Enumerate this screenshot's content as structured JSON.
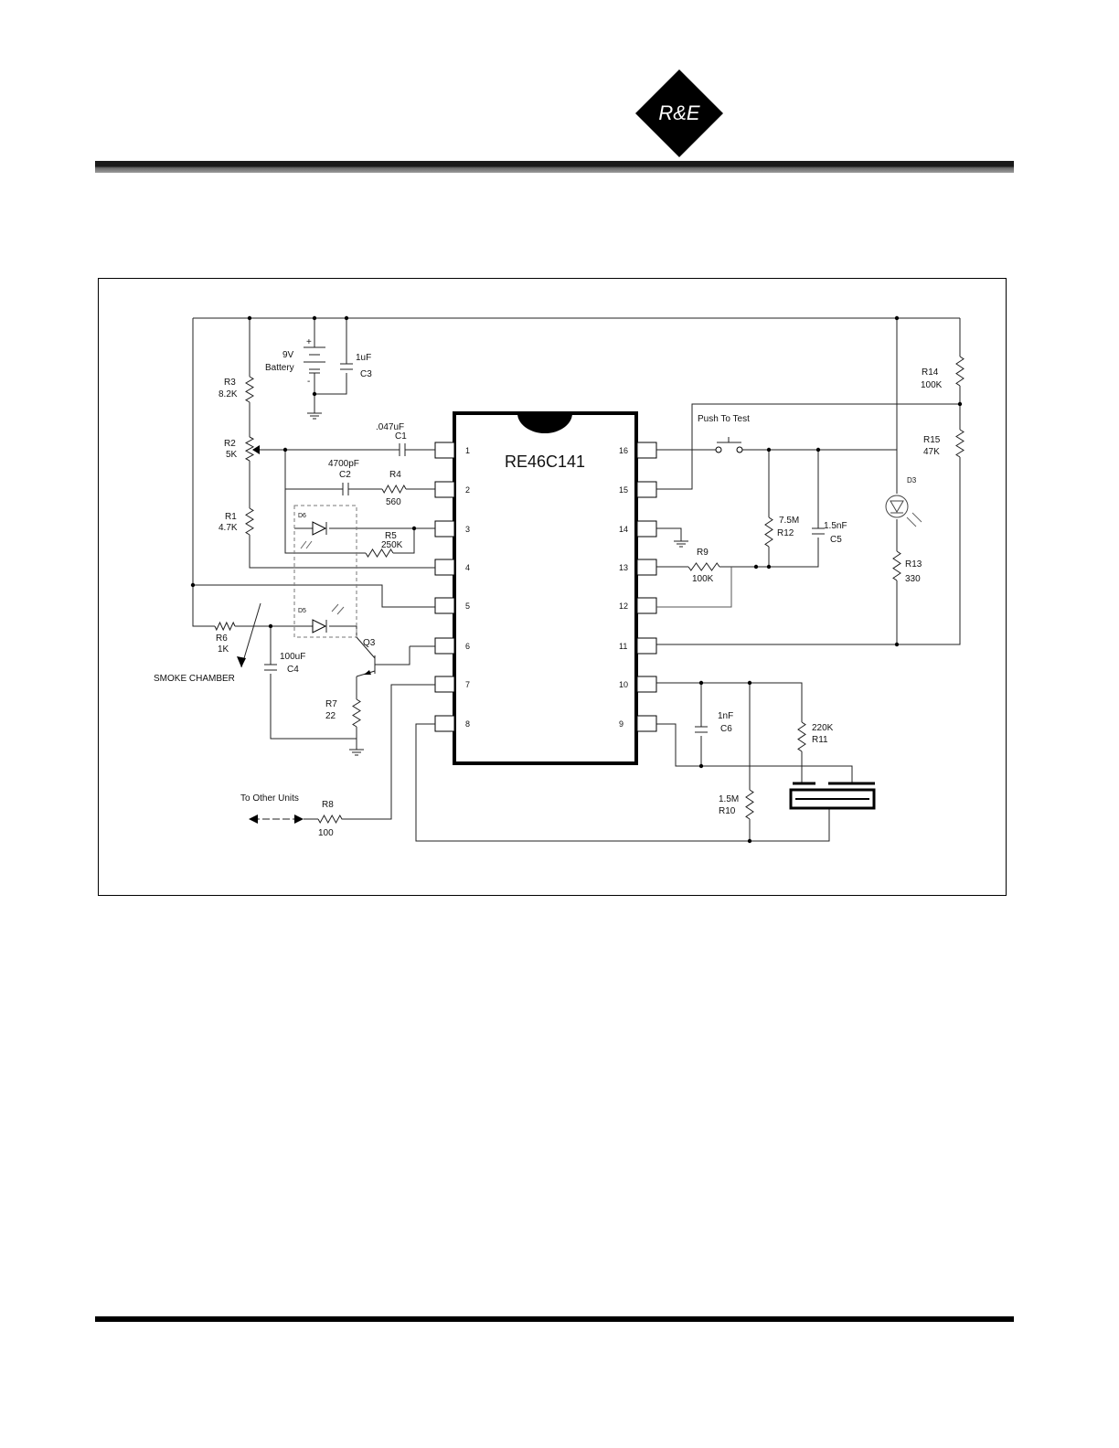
{
  "logo": {
    "text": "R&E"
  },
  "schematic": {
    "ic": {
      "part": "RE46C141",
      "pins": [
        "1",
        "2",
        "3",
        "4",
        "5",
        "6",
        "7",
        "8",
        "9",
        "10",
        "11",
        "12",
        "13",
        "14",
        "15",
        "16"
      ]
    },
    "components": {
      "battery": {
        "value": "9V",
        "name": "Battery",
        "plus": "+",
        "minus": "-"
      },
      "c1": {
        "value": ".047uF",
        "name": "C1"
      },
      "c2": {
        "value": "4700pF",
        "name": "C2"
      },
      "c3": {
        "value": "1uF",
        "name": "C3"
      },
      "c4": {
        "value": "100uF",
        "name": "C4"
      },
      "c5": {
        "value": "1.5nF",
        "name": "C5"
      },
      "c6": {
        "value": "1nF",
        "name": "C6"
      },
      "r1": {
        "name": "R1",
        "value": "4.7K"
      },
      "r2": {
        "name": "R2",
        "value": "5K"
      },
      "r3": {
        "name": "R3",
        "value": "8.2K"
      },
      "r4": {
        "name": "R4",
        "value": "560"
      },
      "r5": {
        "name": "R5",
        "value": "250K"
      },
      "r6": {
        "name": "R6",
        "value": "1K"
      },
      "r7": {
        "name": "R7",
        "value": "22"
      },
      "r8": {
        "name": "R8",
        "value": "100"
      },
      "r9": {
        "name": "R9",
        "value": "100K"
      },
      "r10": {
        "name": "R10",
        "value": "1.5M"
      },
      "r11": {
        "name": "R11",
        "value": "220K"
      },
      "r12": {
        "name": "R12",
        "value": "7.5M"
      },
      "r13": {
        "name": "R13",
        "value": "330"
      },
      "r14": {
        "name": "R14",
        "value": "100K"
      },
      "r15": {
        "name": "R15",
        "value": "47K"
      },
      "d3": {
        "name": "D3"
      },
      "d5": {
        "name": "D5"
      },
      "d6": {
        "name": "D6"
      },
      "q3": {
        "name": "Q3"
      }
    },
    "labels": {
      "push_to_test": "Push To Test",
      "smoke_chamber": "SMOKE CHAMBER",
      "to_other_units": "To Other Units"
    }
  }
}
